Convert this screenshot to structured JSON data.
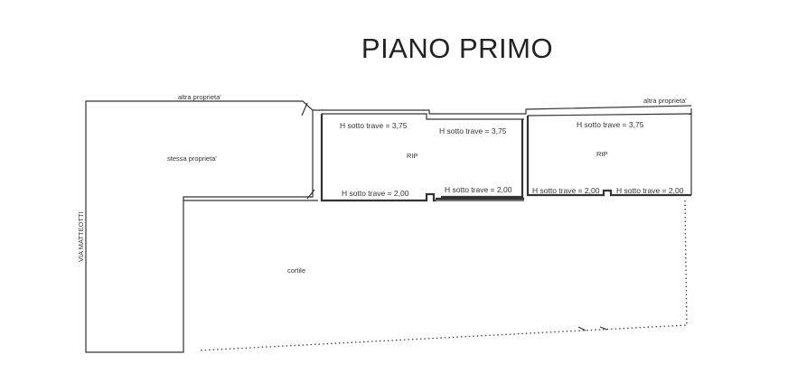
{
  "title": "PIANO PRIMO",
  "labels": {
    "altra_proprieta_left": "altra proprieta'",
    "altra_proprieta_right": "altra proprieta'",
    "stessa_proprieta": "stessa proprieta'",
    "via": "VIA MATTEOTTI",
    "cortile": "cortile",
    "rip_left": "RIP",
    "rip_right": "RIP",
    "h_room1_top": "H sotto trave = 3,75",
    "h_room2_top": "H sotto trave = 3,75",
    "h_room3_top": "H sotto trave = 3,75",
    "h_bottom_1": "H sotto trave = 2,00",
    "h_bottom_2": "H sotto trave = 2,00",
    "h_bottom_3": "H sotto trave = 2,00",
    "h_bottom_4": "H sotto trave = 2,00"
  }
}
